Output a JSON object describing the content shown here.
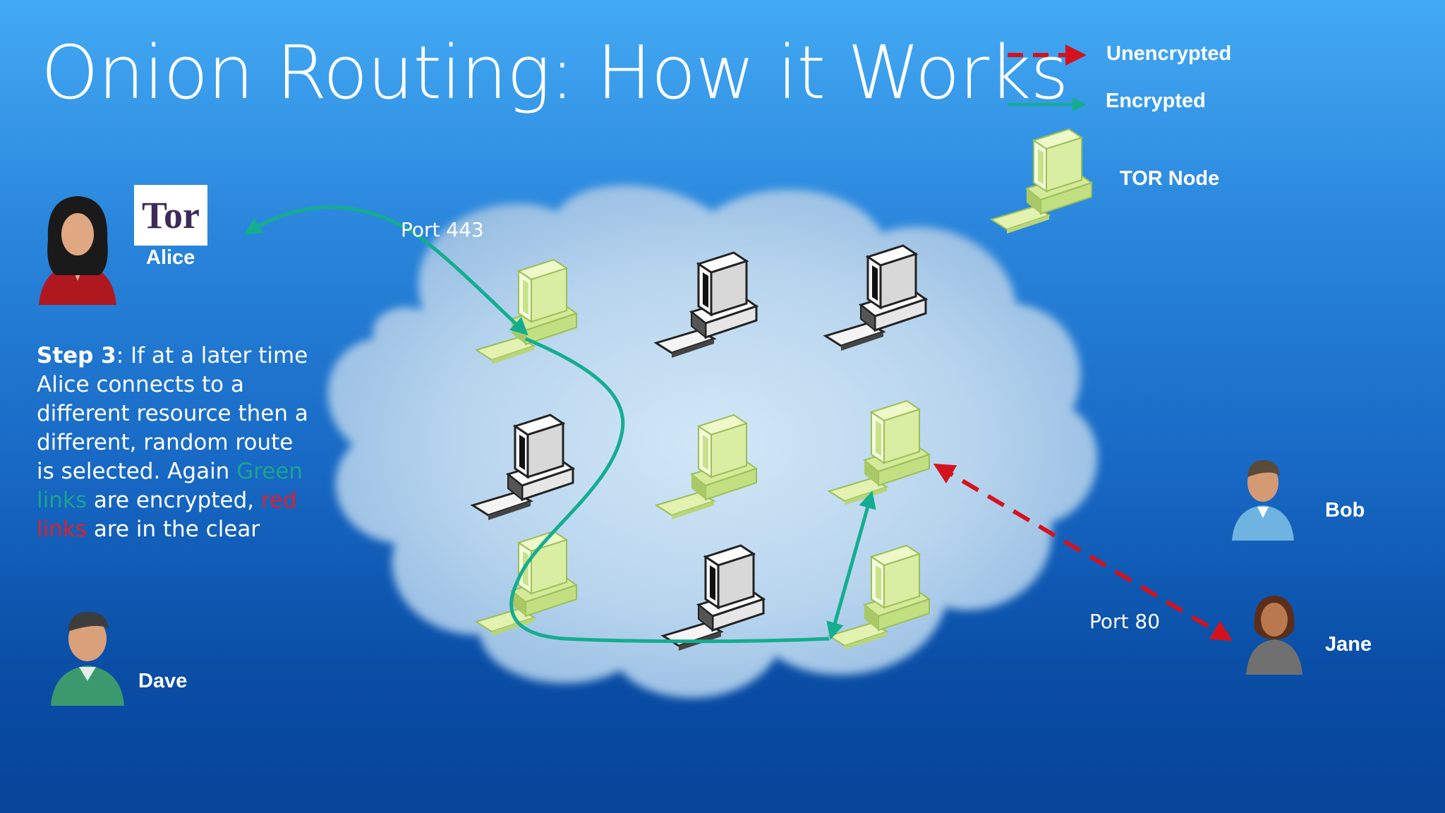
{
  "title": "Onion Routing: How it Works",
  "legend": {
    "unencrypted": "Unencrypted",
    "encrypted": "Encrypted",
    "tor_node": "TOR Node"
  },
  "people": {
    "alice": "Alice",
    "dave": "Dave",
    "bob": "Bob",
    "jane": "Jane"
  },
  "ports": {
    "port_443": "Port 443",
    "port_80": "Port 80"
  },
  "step": {
    "label": "Step 3",
    "text_1": ": If at a later time Alice connects to a different resource then a different, random route is selected. Again ",
    "green_text": "Green links",
    "text_2": " are encrypted, ",
    "red_text": "red links",
    "text_3": " are in the clear"
  },
  "logo": {
    "text": "Tor"
  },
  "colors": {
    "encrypted_link": "#14ad90",
    "unencrypted_link": "#d4121e",
    "tor_node": "#e8f6b8"
  }
}
